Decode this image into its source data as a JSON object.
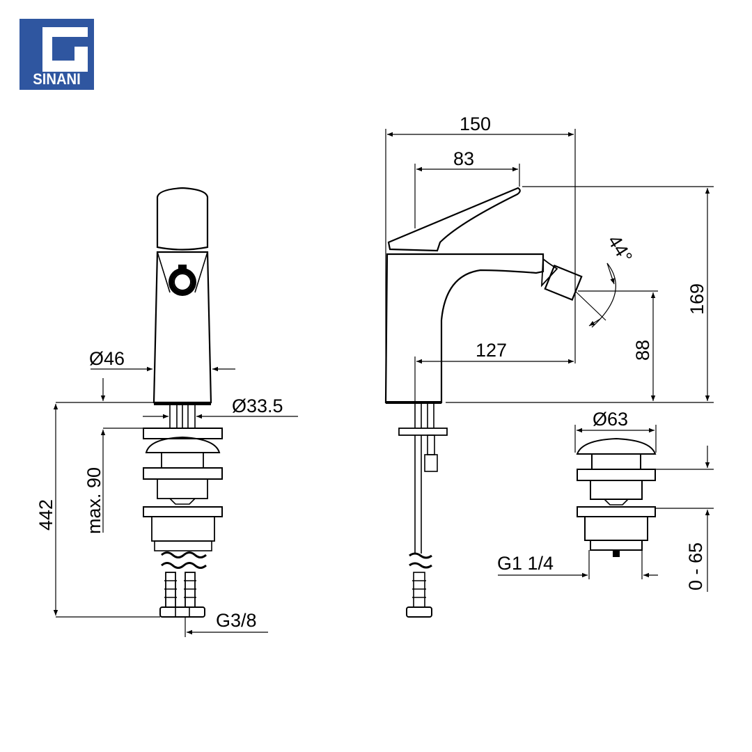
{
  "brand": {
    "name": "SINANI",
    "color": "#2f56a0"
  },
  "front_view": {
    "body_diameter": "Ø46",
    "thread_diameter": "Ø33.5",
    "max_mount": "max. 90",
    "total_length": "442",
    "hose_thread": "G3/8"
  },
  "side_view": {
    "overall_depth": "150",
    "lever_reach": "83",
    "spout_reach": "127",
    "overall_height": "169",
    "spout_height": "88",
    "spout_angle": "44°"
  },
  "waste_view": {
    "plug_diameter": "Ø63",
    "adjust_range": "0 - 65",
    "waste_thread": "G1 1/4"
  }
}
